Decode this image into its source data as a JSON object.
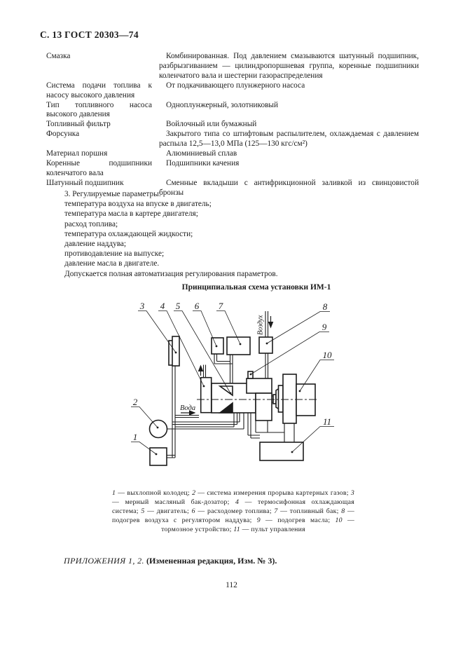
{
  "page": {
    "header": "С. 13 ГОСТ 20303—74",
    "number": "112"
  },
  "spec_table": {
    "rows": [
      {
        "label": "Смазка",
        "value": "Комбинированная. Под давлением смазываются шатунный подшипник, разбрызгиванием — цилиндропоршневая группа, коренные подшипники коленчатого вала и шестерни газораспределения"
      },
      {
        "label": "Система подачи топлива к насосу высокого давления",
        "value": "От подкачивающего плунжерного насоса"
      },
      {
        "label": "Тип топливного насоса высокого давления",
        "value": "Одноплунжерный, золотниковый"
      },
      {
        "label": "Топливный фильтр",
        "value": "Войлочный или бумажный"
      },
      {
        "label": "Форсунка",
        "value": "Закрытого типа со штифтовым распылителем, охлаждаемая с давлением распыла 12,5—13,0 МПа (125—130 кгс/см²)"
      },
      {
        "label": "Материал поршня",
        "value": "Алюминиевый сплав"
      },
      {
        "label": "Коренные подшипники коленчатого вала",
        "value": "Подшипники качения"
      },
      {
        "label": "Шатунный подшипник",
        "value": "Сменные вкладыши с антифрикционной заливкой из свинцовистой бронзы"
      }
    ]
  },
  "params": {
    "lines": [
      "3. Регулируемые параметры:",
      "температура воздуха на впуске в двигатель;",
      "температура масла в картере двигателя;",
      "расход топлива;",
      "температура охлаждающей жидкости;",
      "давление наддува;",
      "противодавление на выпуске;",
      "давление масла в двигателе.",
      "Допускается полная автоматизация регулирования параметров."
    ]
  },
  "diagram": {
    "title": "Принципиальная схема установки ИМ-1",
    "air_label": "Воздух",
    "water_label": "Вода",
    "callouts": {
      "c1": "1",
      "c2": "2",
      "c3": "3",
      "c4": "4",
      "c5": "5",
      "c6": "6",
      "c7": "7",
      "c8": "8",
      "c9": "9",
      "c10": "10",
      "c11": "11"
    }
  },
  "caption": {
    "items": [
      {
        "n": "1",
        "t": " — выхлопной колодец; "
      },
      {
        "n": "2",
        "t": " — система измерения прорыва картерных газов; "
      },
      {
        "n": "3",
        "t": " — мерный масляный бак-дозатор; "
      },
      {
        "n": "4",
        "t": " — термосифонная охлаждающая система; "
      },
      {
        "n": "5",
        "t": " — двигатель; "
      },
      {
        "n": "6",
        "t": " — расходомер топлива; "
      },
      {
        "n": "7",
        "t": " — топливный бак; "
      },
      {
        "n": "8",
        "t": " — подогрев воздуха с регулятором наддува; "
      },
      {
        "n": "9",
        "t": " — подогрев масла; "
      },
      {
        "n": "10",
        "t": " — тормозное устройство; "
      },
      {
        "n": "11",
        "t": " — пульт управления"
      }
    ]
  },
  "footer": {
    "appendix_italic": "ПРИЛОЖЕНИЯ 1, 2.",
    "appendix_bold": " (Измененная редакция, Изм. № 3)."
  }
}
